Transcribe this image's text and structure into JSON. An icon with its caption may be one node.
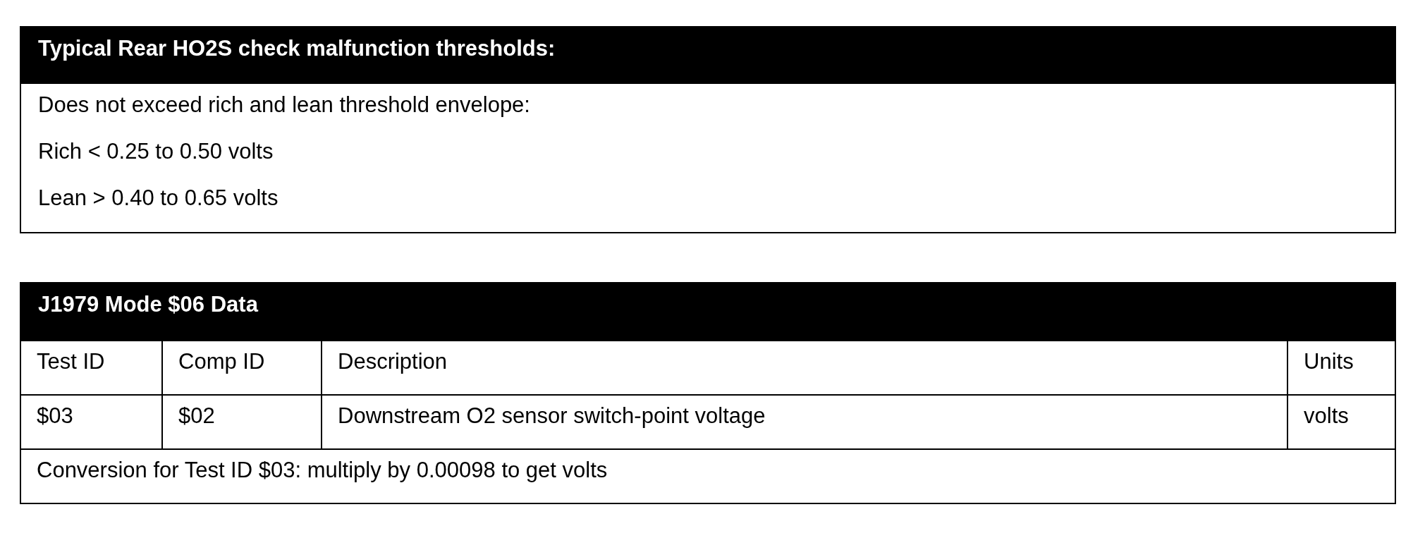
{
  "diagram": {
    "nodes": [
      {
        "text": [
          "Typical Rear HO2S check malfunction thresholds:",
          "Does not exceed rich and lean threshold envelope:",
          "Rich < 0.25 to 0.50 volts",
          "Lean > 0.40 to 0.65 volts"
        ]
      },
      {
        "text": [
          "J1979 Mode $06 Data"
        ]
      }
    ],
    "labels": [
      "Test ID",
      "Comp ID",
      "Description",
      "Units",
      "$03",
      "$02",
      "Downstream O2 sensor switch-point voltage",
      "volts",
      "Conversion for Test ID $03: multiply by 0.00098 to get volts"
    ]
  }
}
